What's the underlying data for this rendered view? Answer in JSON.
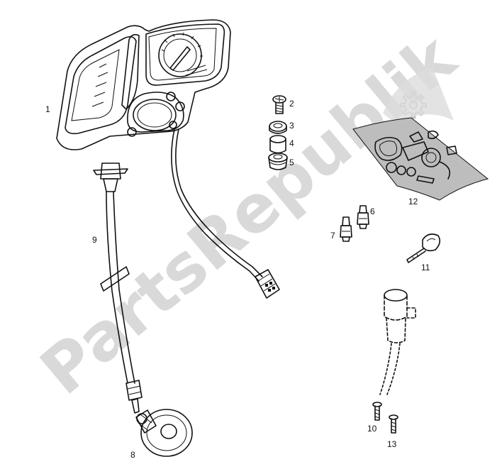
{
  "watermark": {
    "text": "PartsRepublik",
    "color": "#cfcfcf"
  },
  "callouts": [
    {
      "id": "1",
      "label": "1"
    },
    {
      "id": "2",
      "label": "2"
    },
    {
      "id": "3",
      "label": "3"
    },
    {
      "id": "4",
      "label": "4"
    },
    {
      "id": "5",
      "label": "5"
    },
    {
      "id": "6",
      "label": "6"
    },
    {
      "id": "7",
      "label": "7"
    },
    {
      "id": "8",
      "label": "8"
    },
    {
      "id": "9",
      "label": "9"
    },
    {
      "id": "10",
      "label": "10"
    },
    {
      "id": "11",
      "label": "11"
    },
    {
      "id": "12",
      "label": "12"
    },
    {
      "id": "13",
      "label": "13"
    }
  ],
  "icons": [
    "gear-icon"
  ]
}
